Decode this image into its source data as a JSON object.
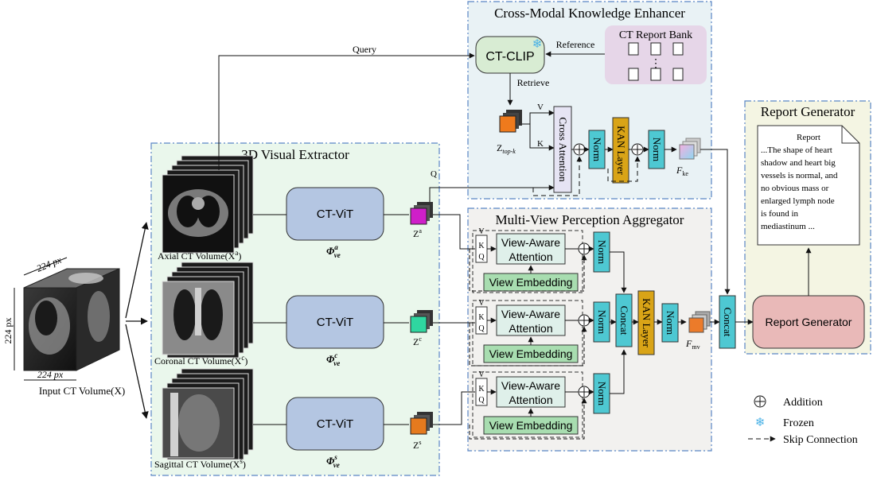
{
  "panels": {
    "enhancer": "Cross-Modal Knowledge Enhancer",
    "extractor": "3D Visual Extractor",
    "aggregator": "Multi-View Perception Aggregator",
    "generator": "Report Generator"
  },
  "input": {
    "label": "Input CT Volume(X)",
    "dim_top": "224 px",
    "dim_left": "224 px",
    "dim_bottom": "224 px"
  },
  "views": [
    {
      "label": "Axial CT Volume(X",
      "sup": "a",
      "encoder": "CT-ViT",
      "phi_sup": "a",
      "phi_sub": "ve",
      "z_sup": "a"
    },
    {
      "label": "Coronal CT Volume(X",
      "sup": "c",
      "encoder": "CT-ViT",
      "phi_sup": "c",
      "phi_sub": "ve",
      "z_sup": "c"
    },
    {
      "label": "Sagittal CT Volume(X",
      "sup": "s",
      "encoder": "CT-ViT",
      "phi_sup": "s",
      "phi_sub": "ve",
      "z_sup": "s"
    }
  ],
  "enhancer": {
    "clip": "CT-CLIP",
    "bank": "CT Report Bank",
    "bank_ellipsis": "⋮",
    "query": "Query",
    "reference": "Reference",
    "retrieve": "Retrieve",
    "ztopk": "Z",
    "ztopk_sub": "top-k",
    "v": "V",
    "k": "K",
    "q": "Q",
    "cross_attention": "Cross Attention",
    "norm": "Norm",
    "kan": "KAN Layer",
    "fke": "F",
    "fke_sub": "ke"
  },
  "aggregator": {
    "vaa": "View-Aware",
    "vaa2": "Attention",
    "embedding": "View Embedding",
    "v": "V",
    "k": "K",
    "q": "Q",
    "norm": "Norm",
    "concat": "Concat",
    "kan": "KAN Layer",
    "fmv": "F",
    "fmv_sub": "mv"
  },
  "generator": {
    "concat": "Concat",
    "box": "Report Generator",
    "report_title": "Report",
    "report_lines": [
      "...The shape of heart",
      "shadow and heart big",
      "vessels is normal, and",
      "no obvious mass or",
      "enlarged lymph node",
      "is found in",
      "mediastinum ..."
    ]
  },
  "legend": {
    "addition": "Addition",
    "frozen": "Frozen",
    "skip": "Skip Connection"
  },
  "colors": {
    "panel_blue_bg": "#e9f2f5",
    "panel_green_bg": "#eaf7ec",
    "panel_gray_bg": "#f2f1ef",
    "panel_yellow_bg": "#f4f5e3",
    "clip_fill": "#d8ecd3",
    "bank_fill": "#e6d6e8",
    "vit_fill": "#b4c6e2",
    "cross_fill": "#e6e4f4",
    "norm_fill": "#4ec8d2",
    "kan_fill": "#d9a417",
    "vaa_fill": "#dff0ea",
    "emb_fill": "#a8ddb0",
    "gen_fill": "#e9b9b8"
  }
}
